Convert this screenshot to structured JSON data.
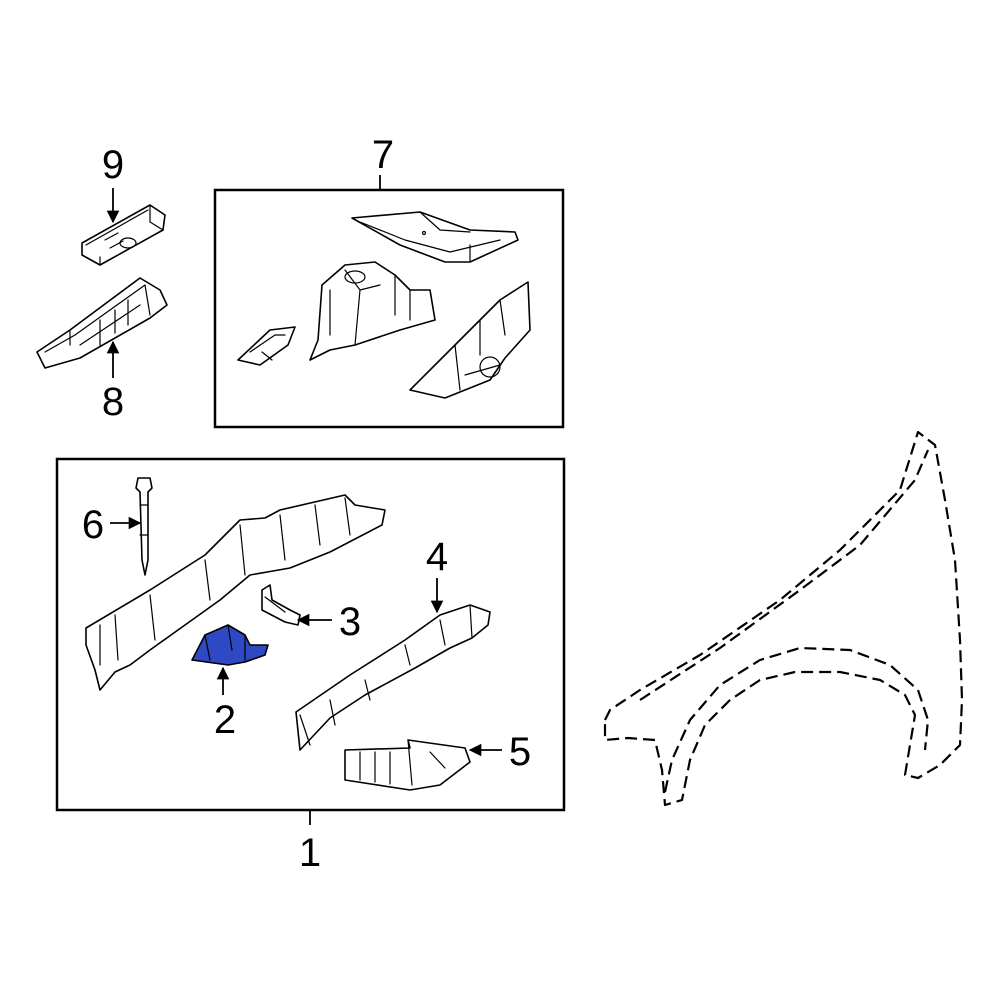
{
  "callouts": {
    "c1": "1",
    "c2": "2",
    "c3": "3",
    "c4": "4",
    "c5": "5",
    "c6": "6",
    "c7": "7",
    "c8": "8",
    "c9": "9"
  },
  "colors": {
    "highlight": "#2f49c4",
    "line": "#000000"
  }
}
